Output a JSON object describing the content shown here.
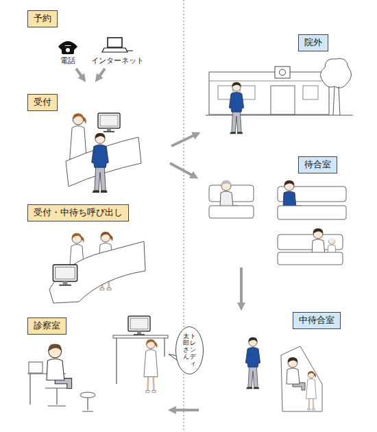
{
  "diagram": {
    "nodes": [
      {
        "text": [
          "予約"
        ]
      },
      {
        "text": [
          "受付"
        ]
      },
      {
        "text": [
          "受付・中待ち呼び出し"
        ]
      },
      {
        "text": [
          "診察室"
        ]
      },
      {
        "text": [
          "トレンディ 太郎さん"
        ]
      },
      {
        "text": [
          "院外"
        ]
      },
      {
        "text": [
          "待合室"
        ]
      },
      {
        "text": [
          "中待合室"
        ]
      }
    ],
    "labels": [
      "電話",
      "インターネット"
    ]
  }
}
